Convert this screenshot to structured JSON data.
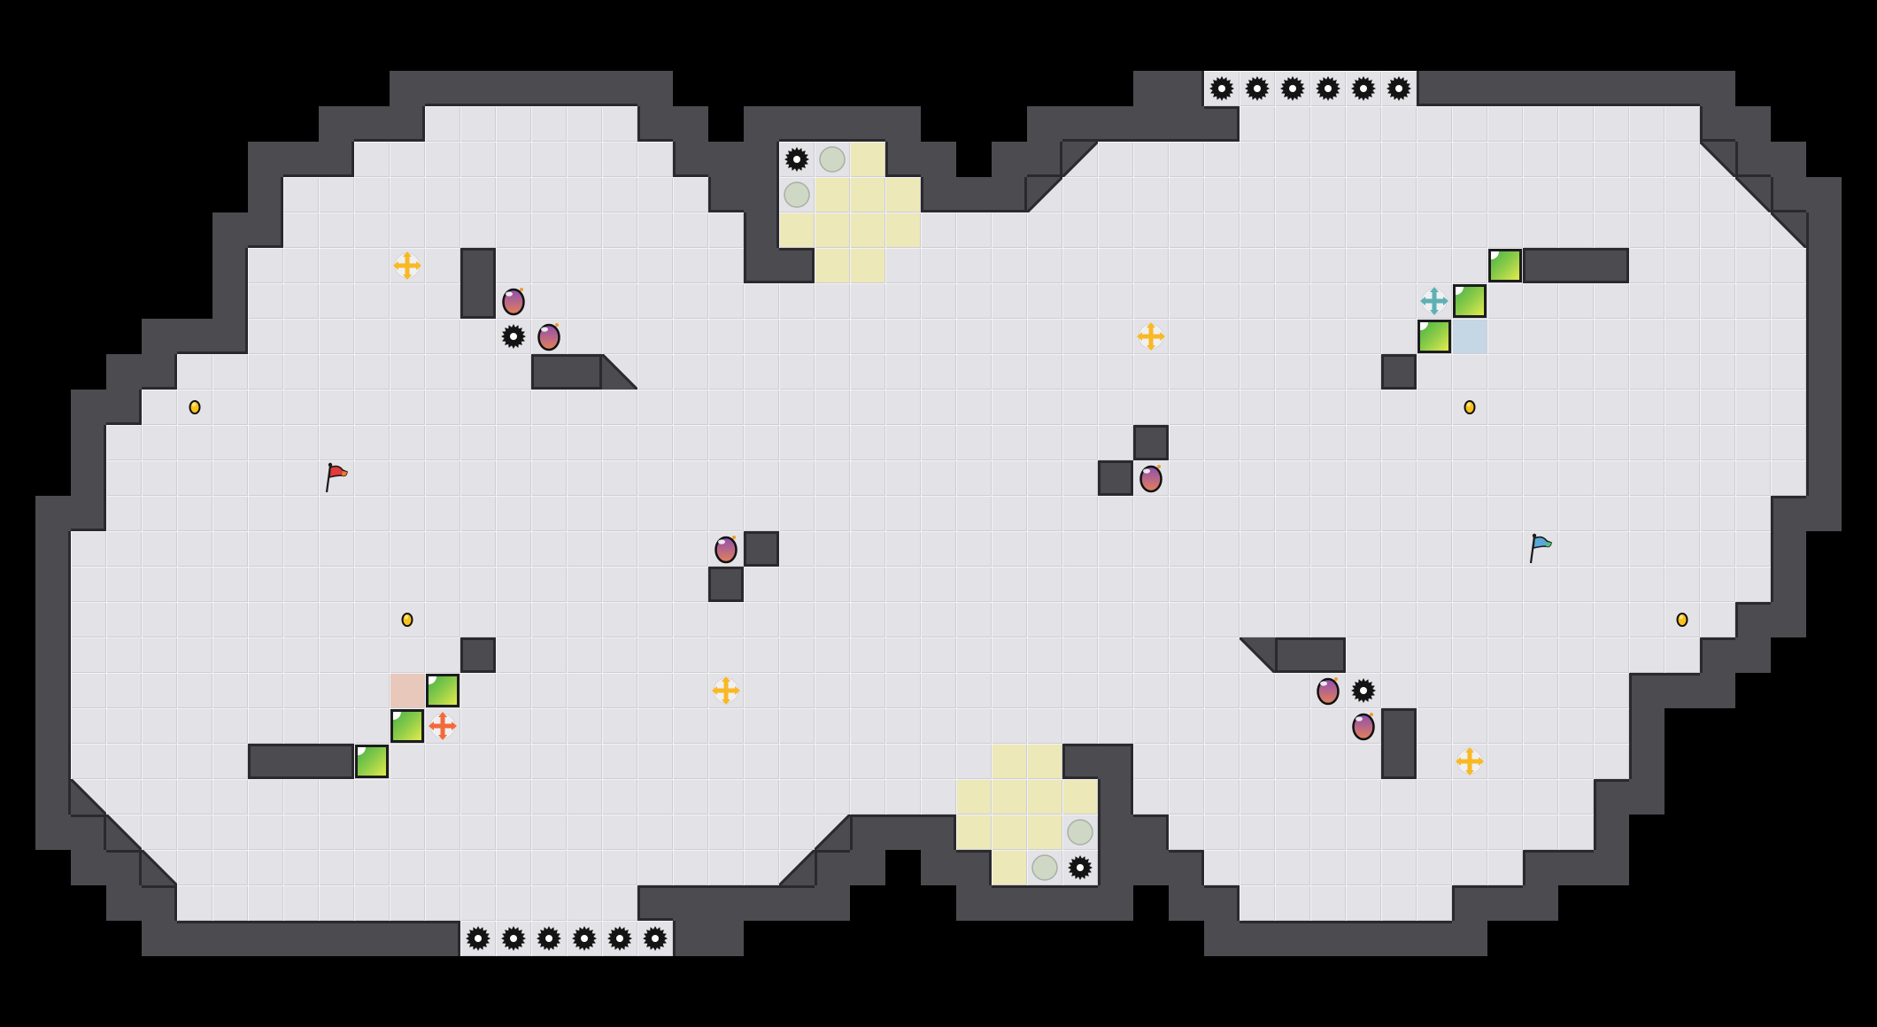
{
  "game": {
    "grid": {
      "cols": 53,
      "rows": 29
    },
    "palette": {
      "background": "#000000",
      "wall": "#4b4b50",
      "wall_edge": "#2a2a2e",
      "floor": "#e3e3e7",
      "yellow_zone": "#ece8b8",
      "blue_zone": "#c5d6e5",
      "peach_zone": "#e8c8ba",
      "switch_circle": "#cfd8c4",
      "coin": "#f8c21c",
      "plus_yellow": "#f7b924",
      "plus_orange": "#f26a3a",
      "plus_teal": "#5fb0b4",
      "flag_red": "#e23b3b",
      "flag_blue": "#5aa8d8"
    },
    "floor_ranges": [
      [
        3,
        12,
        17
      ],
      [
        3,
        35,
        47
      ],
      [
        4,
        10,
        18
      ],
      [
        4,
        22,
        24
      ],
      [
        4,
        30,
        48
      ],
      [
        5,
        8,
        19
      ],
      [
        5,
        22,
        25
      ],
      [
        5,
        29,
        49
      ],
      [
        6,
        8,
        20
      ],
      [
        6,
        22,
        50
      ],
      [
        7,
        7,
        20
      ],
      [
        7,
        23,
        50
      ],
      [
        8,
        7,
        50
      ],
      [
        9,
        7,
        50
      ],
      [
        10,
        5,
        50
      ],
      [
        11,
        4,
        50
      ],
      [
        12,
        3,
        50
      ],
      [
        13,
        3,
        50
      ],
      [
        14,
        3,
        49
      ],
      [
        15,
        2,
        49
      ],
      [
        16,
        2,
        49
      ],
      [
        17,
        2,
        48
      ],
      [
        18,
        2,
        47
      ],
      [
        19,
        2,
        45
      ],
      [
        20,
        2,
        45
      ],
      [
        21,
        2,
        29
      ],
      [
        21,
        32,
        45
      ],
      [
        22,
        2,
        30
      ],
      [
        22,
        32,
        44
      ],
      [
        23,
        3,
        23
      ],
      [
        23,
        27,
        30
      ],
      [
        23,
        33,
        44
      ],
      [
        24,
        4,
        22
      ],
      [
        24,
        28,
        30
      ],
      [
        24,
        34,
        42
      ],
      [
        25,
        5,
        17
      ],
      [
        25,
        35,
        40
      ]
    ],
    "walls": [
      [
        7,
        13,
        13
      ],
      [
        8,
        13,
        13
      ],
      [
        7,
        43,
        45
      ],
      [
        10,
        15,
        16
      ],
      [
        10,
        39,
        39
      ],
      [
        12,
        32,
        32
      ],
      [
        13,
        31,
        31
      ],
      [
        15,
        21,
        21
      ],
      [
        16,
        20,
        20
      ],
      [
        18,
        13,
        13
      ],
      [
        18,
        36,
        37
      ],
      [
        20,
        39,
        39
      ],
      [
        21,
        39,
        39
      ],
      [
        21,
        7,
        9
      ],
      [
        2,
        32,
        33
      ],
      [
        26,
        19,
        20
      ]
    ],
    "diagonals": [
      [
        4,
        30,
        "top-left"
      ],
      [
        5,
        29,
        "top-left"
      ],
      [
        4,
        48,
        "top-right"
      ],
      [
        5,
        49,
        "top-right"
      ],
      [
        6,
        50,
        "top-right"
      ],
      [
        22,
        2,
        "bottom-left"
      ],
      [
        23,
        3,
        "bottom-left"
      ],
      [
        24,
        4,
        "bottom-left"
      ],
      [
        23,
        23,
        "bottom-right"
      ],
      [
        24,
        22,
        "bottom-right"
      ],
      [
        10,
        17,
        "bottom-left"
      ],
      [
        18,
        35,
        "top-right"
      ]
    ],
    "zones": {
      "yellow": [
        [
          4,
          24
        ],
        [
          5,
          23
        ],
        [
          5,
          24
        ],
        [
          5,
          25
        ],
        [
          6,
          22
        ],
        [
          6,
          23
        ],
        [
          6,
          24
        ],
        [
          6,
          25
        ],
        [
          7,
          23
        ],
        [
          7,
          24
        ],
        [
          21,
          28
        ],
        [
          21,
          29
        ],
        [
          22,
          27
        ],
        [
          22,
          28
        ],
        [
          22,
          29
        ],
        [
          22,
          30
        ],
        [
          23,
          27
        ],
        [
          23,
          28
        ],
        [
          23,
          29
        ],
        [
          24,
          28
        ]
      ],
      "blue": [
        [
          9,
          41
        ]
      ],
      "peach": [
        [
          19,
          11
        ]
      ]
    },
    "switch_circles": [
      [
        4,
        23
      ],
      [
        5,
        22
      ],
      [
        23,
        30
      ],
      [
        24,
        29
      ]
    ],
    "spikes": [
      [
        2,
        34
      ],
      [
        2,
        35
      ],
      [
        2,
        36
      ],
      [
        2,
        37
      ],
      [
        2,
        38
      ],
      [
        2,
        39
      ],
      [
        4,
        22
      ],
      [
        24,
        30
      ],
      [
        9,
        14
      ],
      [
        19,
        38
      ],
      [
        26,
        13
      ],
      [
        26,
        14
      ],
      [
        26,
        15
      ],
      [
        26,
        16
      ],
      [
        26,
        17
      ],
      [
        26,
        18
      ]
    ],
    "bombs": [
      [
        8,
        14
      ],
      [
        9,
        15
      ],
      [
        13,
        32
      ],
      [
        15,
        20
      ],
      [
        19,
        37
      ],
      [
        20,
        38
      ]
    ],
    "coins": [
      [
        11,
        5
      ],
      [
        11,
        41
      ],
      [
        17,
        11
      ],
      [
        17,
        47
      ]
    ],
    "movers": [
      {
        "cell": [
          7,
          11
        ],
        "color": "plus_yellow"
      },
      {
        "cell": [
          9,
          32
        ],
        "color": "plus_yellow"
      },
      {
        "cell": [
          19,
          20
        ],
        "color": "plus_yellow"
      },
      {
        "cell": [
          21,
          41
        ],
        "color": "plus_yellow"
      },
      {
        "cell": [
          20,
          12
        ],
        "color": "plus_orange"
      },
      {
        "cell": [
          8,
          40
        ],
        "color": "plus_teal"
      }
    ],
    "green_blocks": [
      [
        7,
        42
      ],
      [
        8,
        41
      ],
      [
        9,
        40
      ],
      [
        19,
        12
      ],
      [
        20,
        11
      ],
      [
        21,
        10
      ]
    ],
    "flags": [
      {
        "cell": [
          13,
          9
        ],
        "team": "red",
        "color": "flag_red",
        "accent": "#f07a2a"
      },
      {
        "cell": [
          15,
          43
        ],
        "team": "blue",
        "color": "flag_blue",
        "accent": "#4fbf7a"
      }
    ]
  }
}
